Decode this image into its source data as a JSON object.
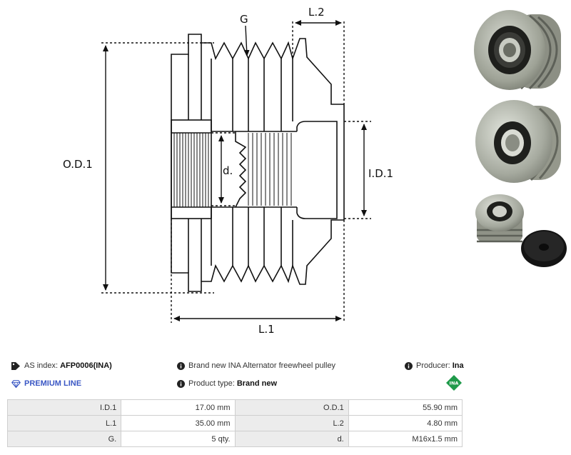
{
  "drawing": {
    "labels": {
      "groove": "G",
      "offset": "L.2",
      "outer_diameter": "O.D.1",
      "thread": "d.",
      "inner_diameter": "I.D.1",
      "length": "L.1"
    }
  },
  "info": {
    "as_index_label": "AS index:",
    "as_index_value": "AFP0006(INA)",
    "premium_line": "PREMIUM LINE",
    "description": "Brand new INA Alternator freewheel pulley",
    "product_type_label": "Product type:",
    "product_type_value": "Brand new",
    "producer_label": "Producer:",
    "producer_value": "Ina",
    "producer_logo_text": "INA"
  },
  "specs": {
    "rows": [
      [
        {
          "k": "I.D.1",
          "v": "17.00 mm"
        },
        {
          "k": "O.D.1",
          "v": "55.90 mm"
        }
      ],
      [
        {
          "k": "L.1",
          "v": "35.00 mm"
        },
        {
          "k": "L.2",
          "v": "4.80 mm"
        }
      ],
      [
        {
          "k": "G.",
          "v": "5 qty."
        },
        {
          "k": "d.",
          "v": "M16x1.5 mm"
        }
      ]
    ]
  },
  "colors": {
    "accent": "#3a57c4",
    "logo_green": "#1f9a4a",
    "table_key_bg": "#ececec",
    "table_border": "#cfcfcf"
  }
}
